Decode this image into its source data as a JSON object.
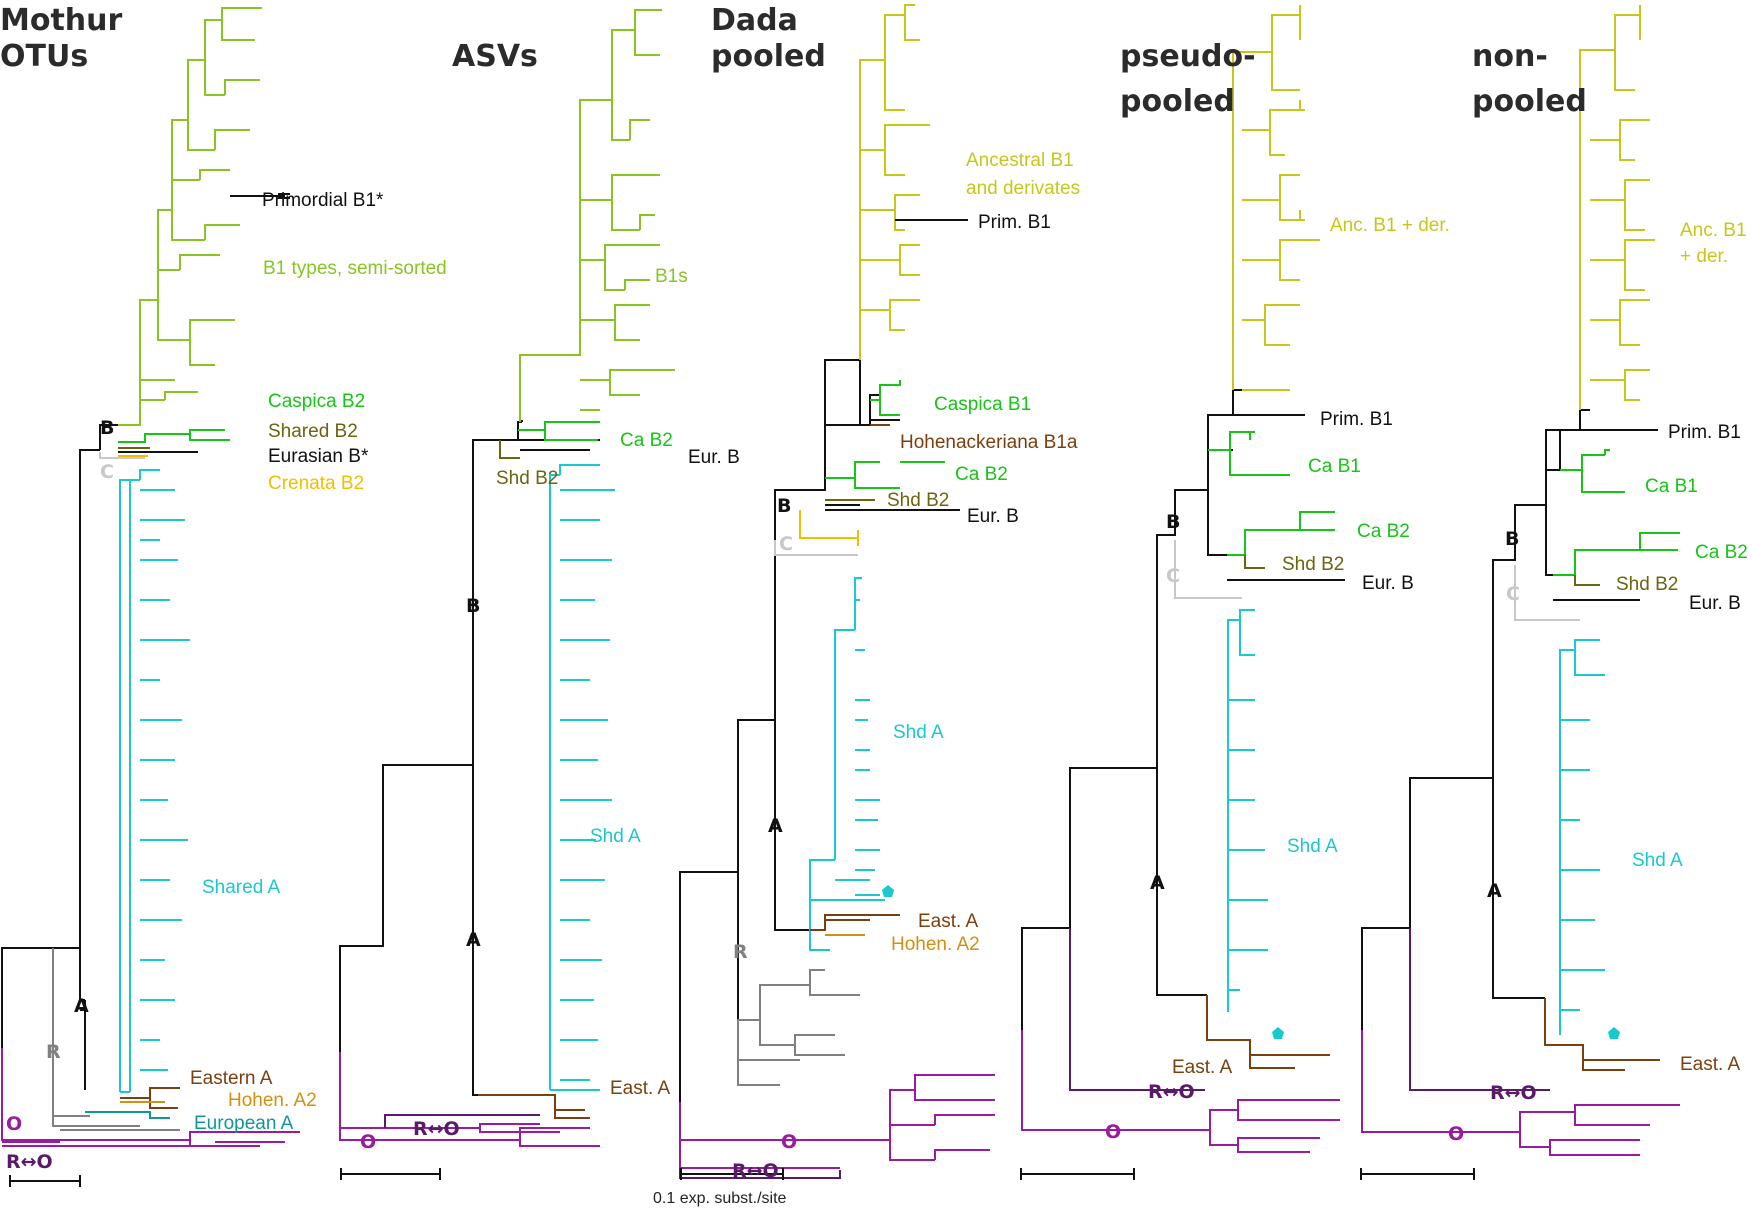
{
  "colors": {
    "b1": "#88c424",
    "b1_anc": "#c5c81b",
    "caspica": "#16c516",
    "shared_b2": "#6b6410",
    "eurasian": "#111111",
    "crenata": "#f0c000",
    "c_clade": "#c8c8c8",
    "shared_a": "#1ac8d0",
    "eastern_a": "#7a4010",
    "hohen_a2": "#d09010",
    "european_a": "#109898",
    "outgroup": "#9a1aa0",
    "r_clade": "#808080",
    "backbone": "#111111",
    "ro_label": "#5a1a6a"
  },
  "panels": [
    {
      "title_lines": [
        "Mothur",
        "OTUs"
      ],
      "labels": {
        "primordial": "Primordial B1*",
        "b1": "B1 types, semi-sorted",
        "caspica": "Caspica B2",
        "shared_b2": "Shared B2",
        "eurasian": "Eurasian B*",
        "crenata": "Crenata B2",
        "shared_a": "Shared A",
        "eastern": "Eastern A",
        "hohen": "Hohen. A2",
        "european": "European A"
      },
      "nodes": {
        "b": "B",
        "c": "C",
        "r": "R",
        "a": "A",
        "o": "O",
        "ro": "R↔O"
      }
    },
    {
      "title_lines": [
        "ASVs"
      ],
      "labels": {
        "b1": "B1s",
        "ca_b2": "Ca B2",
        "eur": "Eur. B",
        "shd_b2": "Shd B2",
        "shd_a": "Shd A",
        "east": "East. A"
      },
      "nodes": {
        "b": "B",
        "a": "A",
        "ro": "R↔O",
        "o": "O"
      }
    },
    {
      "title_lines": [
        "Dada",
        "pooled"
      ],
      "labels": {
        "anc_b1_line1": "Ancestral B1",
        "anc_b1_line2": "and derivates",
        "prim": "Prim. B1",
        "caspica_b1": "Caspica B1",
        "hohen_b1a": "Hohenackeriana B1a",
        "ca_b2": "Ca B2",
        "shd_b2": "Shd B2",
        "eur": "Eur. B",
        "shd_a": "Shd A",
        "east": "East. A",
        "hohen_a2": "Hohen. A2"
      },
      "nodes": {
        "b": "B",
        "c": "C",
        "a": "A",
        "r": "R",
        "o": "O",
        "ro": "R↔O"
      }
    },
    {
      "title_lines": [
        "pseudo-",
        "pooled"
      ],
      "labels": {
        "anc": "Anc. B1 + der.",
        "prim": "Prim. B1",
        "ca_b1": "Ca B1",
        "ca_b2": "Ca B2",
        "shd_b2": "Shd B2",
        "eur": "Eur. B",
        "shd_a": "Shd A",
        "east": "East. A"
      },
      "nodes": {
        "b": "B",
        "c": "C",
        "a": "A",
        "ro": "R↔O",
        "o": "O"
      }
    },
    {
      "title_lines": [
        "non-",
        "pooled"
      ],
      "labels": {
        "anc_line1": "Anc. B1",
        "anc_line2": "+ der.",
        "prim": "Prim. B1",
        "ca_b1": "Ca B1",
        "ca_b2": "Ca B2",
        "shd_b2": "Shd B2",
        "eur": "Eur. B",
        "shd_a": "Shd A",
        "east": "East. A"
      },
      "nodes": {
        "b": "B",
        "c": "C",
        "a": "A",
        "ro": "R↔O",
        "o": "O"
      }
    }
  ],
  "scale_bar_label": "0.1 exp. subst./site"
}
